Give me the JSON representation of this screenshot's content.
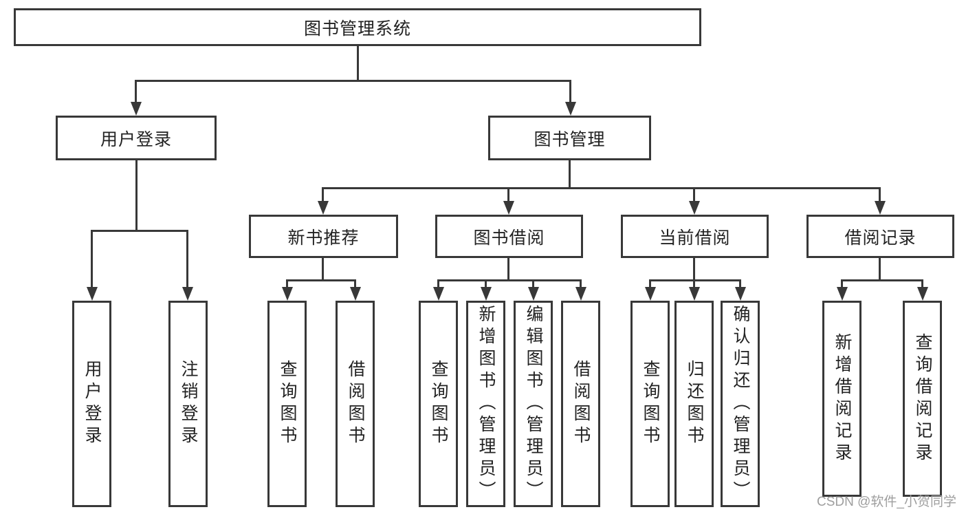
{
  "nodes": {
    "root": "图书管理系统",
    "level2": [
      "用户登录",
      "图书管理"
    ],
    "level3": [
      "新书推荐",
      "图书借阅",
      "当前借阅",
      "借阅记录"
    ],
    "leaves": {
      "user_login": [
        "用户登录",
        "注销登录"
      ],
      "new_book_rec": [
        "查询图书",
        "借阅图书"
      ],
      "book_borrow": [
        "查询图书",
        "新增图书（管理员）",
        "编辑图书（管理员）",
        "借阅图书"
      ],
      "current_borrow": [
        "查询图书",
        "归还图书",
        "确认归还（管理员）"
      ],
      "borrow_records": [
        "新增借阅记录",
        "查询借阅记录"
      ]
    }
  },
  "colors": {
    "line": "#383838",
    "text": "#222222",
    "box_background": "#ffffff",
    "watermark": "#9e9e9e"
  },
  "watermark": "CSDN @软件_小贺同学"
}
